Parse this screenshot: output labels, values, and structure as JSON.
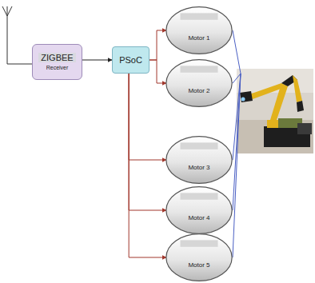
{
  "diagram": {
    "nodes": [
      {
        "text": [
          "ZIGBEE",
          "Receiver"
        ]
      },
      {
        "text": [
          "PSoC"
        ]
      },
      {
        "text": [
          "Motor 1"
        ]
      },
      {
        "text": [
          "Motor 2"
        ]
      },
      {
        "text": [
          "Motor 3"
        ]
      },
      {
        "text": [
          "Motor 4"
        ]
      },
      {
        "text": [
          "Motor 5"
        ]
      }
    ],
    "edges": [
      {
        "from": 0,
        "to": 1,
        "arrow": "to"
      },
      {
        "from": 1,
        "to": 2,
        "arrow": "to"
      },
      {
        "from": 1,
        "to": 3,
        "arrow": "to"
      },
      {
        "from": 1,
        "to": 4,
        "arrow": "to"
      },
      {
        "from": 1,
        "to": 5,
        "arrow": "to"
      },
      {
        "from": 1,
        "to": 6,
        "arrow": "to"
      }
    ]
  }
}
